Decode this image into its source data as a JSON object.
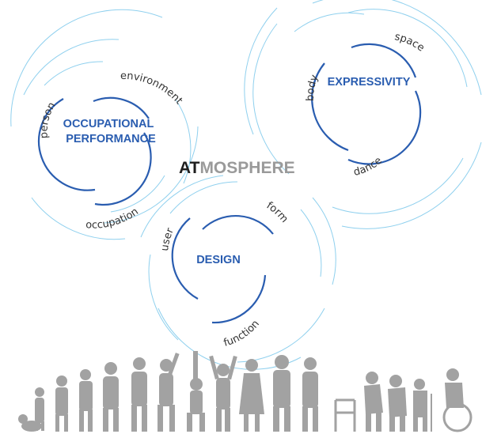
{
  "colors": {
    "accent": "#2a5db0",
    "ring_light": "#8fd0ee",
    "word_dark": "#1e1e1e",
    "word_gray": "#9a9a9a",
    "silhouette": "#9e9e9e",
    "label": "#333333"
  },
  "center_title": {
    "prefix": "AT",
    "rest": "MOSPHERE"
  },
  "clusters": [
    {
      "id": "occupational-performance",
      "title_lines": [
        "OCCUPATIONAL",
        "PERFORMANCE"
      ],
      "terms": [
        "person",
        "environment",
        "occupation"
      ]
    },
    {
      "id": "expressivity",
      "title_lines": [
        "EXPRESSIVITY"
      ],
      "terms": [
        "body",
        "space",
        "dance"
      ]
    },
    {
      "id": "design",
      "title_lines": [
        "DESIGN"
      ],
      "terms": [
        "user",
        "form",
        "function"
      ]
    }
  ],
  "footer_illustration": "human-lifespan-silhouettes-icon"
}
